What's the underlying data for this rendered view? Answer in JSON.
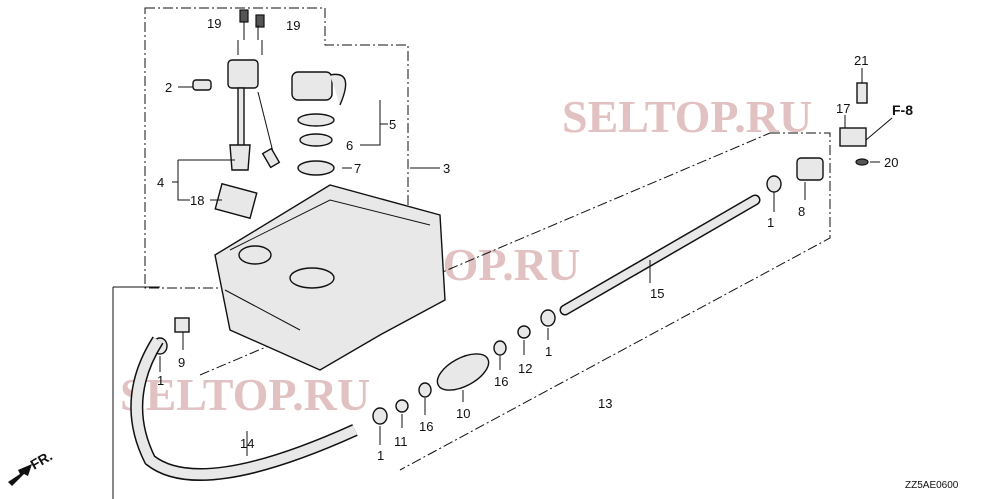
{
  "diagram": {
    "drawing_code": "ZZ5AE0600",
    "front_marker": "FR.",
    "reference": "F-8",
    "watermark": "SELTOP.RU",
    "callouts": {
      "bolt_a": "19",
      "bolt_b": "19",
      "fitting_2": "2",
      "cap_5": "5",
      "seal_6": "6",
      "ring_7": "7",
      "tank_3": "3",
      "gauge_4": "4",
      "gasket_18": "18",
      "bolt_21": "21",
      "cock_17": "17",
      "washer_20": "20",
      "connector_8": "8",
      "clip_1a": "1",
      "hose_15": "15",
      "clip_1b": "1",
      "valve_12": "12",
      "washer_16a": "16",
      "hose_13": "13",
      "bulb_10": "10",
      "washer_16b": "16",
      "valve_11": "11",
      "clip_1c": "1",
      "joint_9": "9",
      "clip_1d": "1",
      "hose_14": "14"
    }
  }
}
